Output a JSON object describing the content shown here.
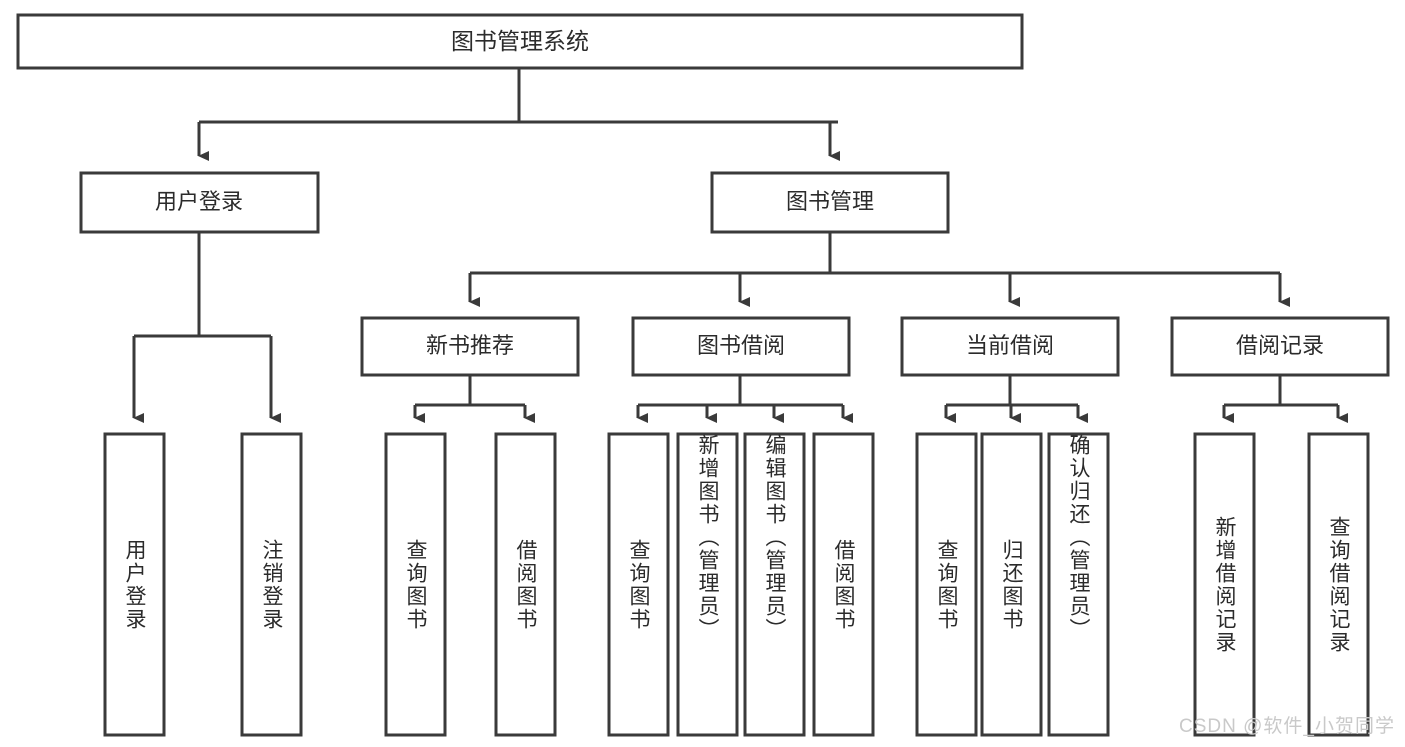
{
  "diagram": {
    "type": "hierarchy-tree",
    "title": "图书管理系统",
    "orientation": "top-down",
    "style": {
      "box_fill": "#ffffff",
      "box_stroke": "#3a3a3a",
      "text_color": "#2b2b2b",
      "background": "#ffffff",
      "watermark_color": "#c9c9c9"
    }
  },
  "root": {
    "label": "图书管理系统"
  },
  "level2": [
    {
      "label": "用户登录"
    },
    {
      "label": "图书管理"
    }
  ],
  "level3": [
    {
      "label": "新书推荐"
    },
    {
      "label": "图书借阅"
    },
    {
      "label": "当前借阅"
    },
    {
      "label": "借阅记录"
    }
  ],
  "leaves": {
    "user_login": [
      {
        "label": "用户登录"
      },
      {
        "label": "注销登录"
      }
    ],
    "new_book_recommend": [
      {
        "label": "查询图书"
      },
      {
        "label": "借阅图书"
      }
    ],
    "book_borrow": [
      {
        "label": "查询图书"
      },
      {
        "label": "新增图书（管理员）"
      },
      {
        "label": "编辑图书（管理员）"
      },
      {
        "label": "借阅图书"
      }
    ],
    "current_borrow": [
      {
        "label": "查询图书"
      },
      {
        "label": "归还图书"
      },
      {
        "label": "确认归还（管理员）"
      }
    ],
    "borrow_record": [
      {
        "label": "新增借阅记录"
      },
      {
        "label": "查询借阅记录"
      }
    ]
  },
  "watermark": {
    "text": "CSDN @软件_小贺同学"
  }
}
